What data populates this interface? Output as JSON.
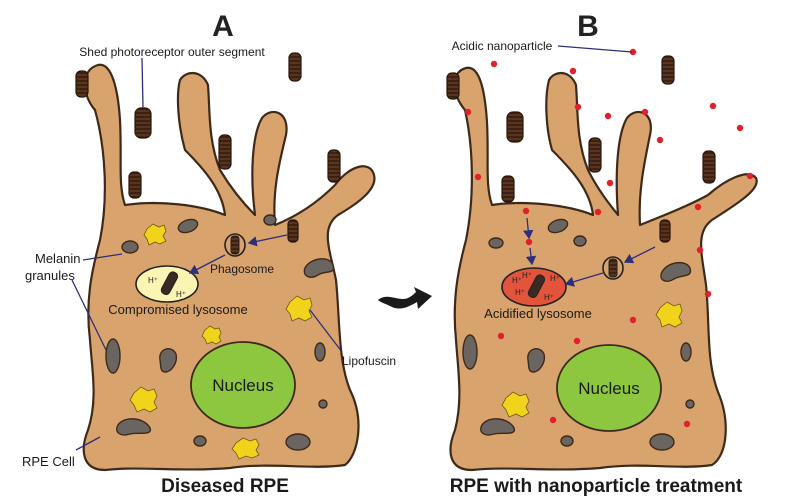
{
  "panels": {
    "a": {
      "letter": "A",
      "caption": "Diseased RPE",
      "labels": {
        "shed_segment": "Shed photoreceptor outer segment",
        "melanin_line1": "Melanin",
        "melanin_line2": "granules",
        "phagosome": "Phagosome",
        "compromised_lysosome": "Compromised lysosome",
        "lipofuscin": "Lipofuscin",
        "nucleus": "Nucleus",
        "rpe_cell": "RPE Cell",
        "proton": "H⁺"
      }
    },
    "b": {
      "letter": "B",
      "caption": "RPE with nanoparticle treatment",
      "labels": {
        "acidic_nanoparticle": "Acidic nanoparticle",
        "acidified_lysosome": "Acidified lysosome",
        "nucleus": "Nucleus",
        "proton": "H⁺"
      }
    }
  },
  "colors": {
    "cell_fill": "#d9a36e",
    "cell_stroke": "#3d2a1a",
    "nucleus_fill": "#8dc63f",
    "melanin_fill": "#6b6561",
    "lipofuscin_fill": "#f2d31b",
    "segment_fill": "#5a3420",
    "compromised_lysosome_fill": "#fbf5b4",
    "acidified_lysosome_fill": "#e2553a",
    "nanoparticle_fill": "#e0202a",
    "arrow_stroke": "#2e2f7a"
  },
  "icons": {
    "transition_arrow": "curly-right-arrow-icon"
  }
}
